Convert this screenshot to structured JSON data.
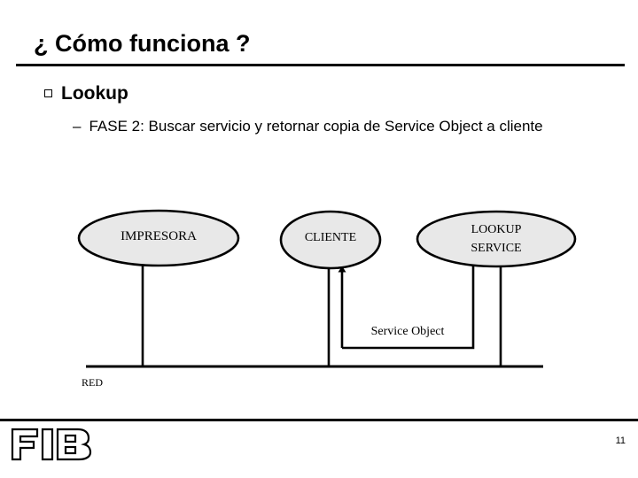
{
  "slide": {
    "title": "¿ Cómo funciona ?",
    "page_number": "11",
    "logo_text": "FIB"
  },
  "bullets": {
    "level1": {
      "marker": "square-bullet",
      "text": "Lookup"
    },
    "level2": {
      "marker": "–",
      "text": "FASE 2: Buscar servicio y retornar copia de Service Object a cliente"
    }
  },
  "diagram": {
    "nodes": [
      {
        "id": "impresora",
        "label": "IMPRESORA"
      },
      {
        "id": "cliente",
        "label": "CLIENTE"
      },
      {
        "id": "lookup-service",
        "label": "LOOKUP\nSERVICE"
      }
    ],
    "edge_labels": [
      {
        "id": "service-object",
        "label": "Service Object"
      }
    ],
    "bus_label": "RED",
    "colors": {
      "node_fill": "#e8e8e8",
      "stroke": "#000000"
    }
  }
}
